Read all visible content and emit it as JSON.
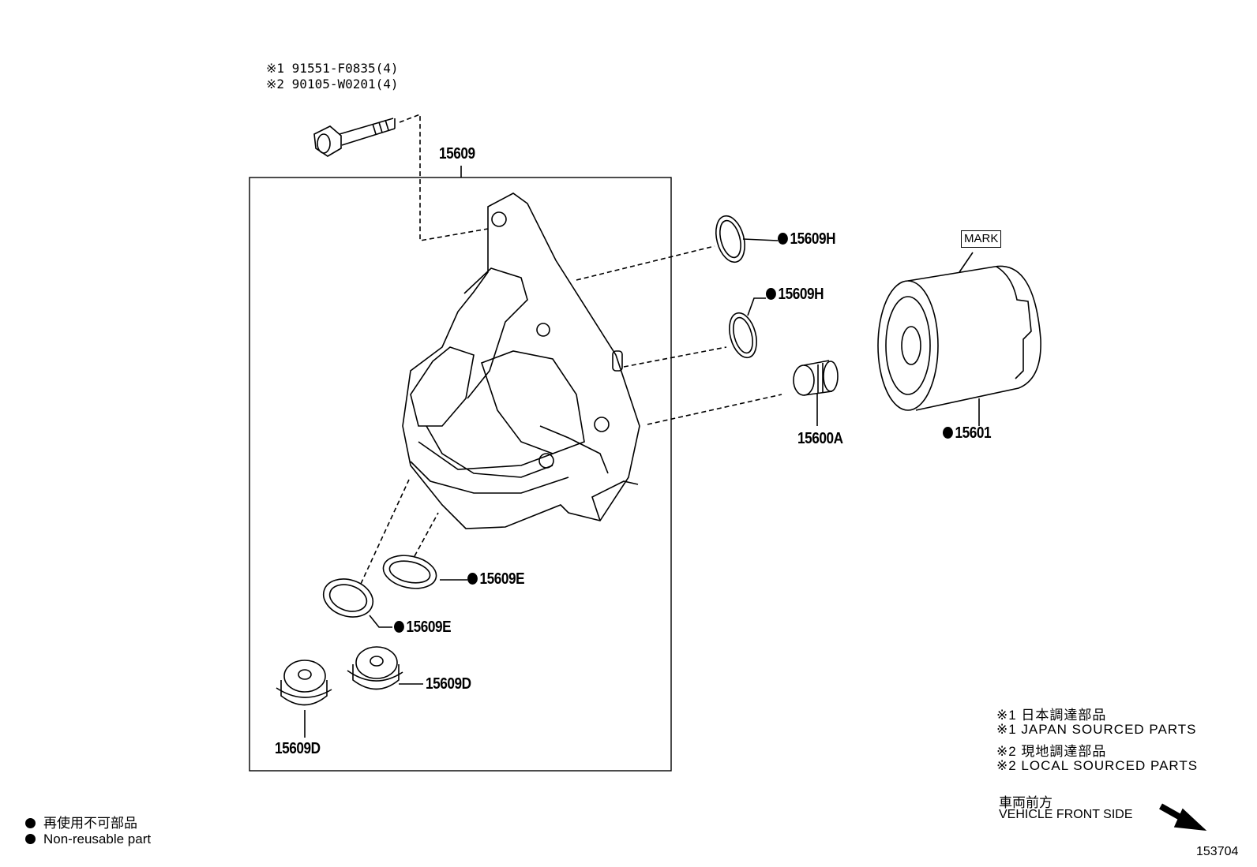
{
  "bolt_notes": [
    "※1 91551-F0835(4)",
    "※2 90105-W0201(4)"
  ],
  "parts": {
    "housing": "15609",
    "gasket_h_1": "15609H",
    "gasket_h_2": "15609H",
    "union_bolt": "15600A",
    "oil_filter": "15601",
    "gasket_e_1": "15609E",
    "gasket_e_2": "15609E",
    "plug_d_1": "15609D",
    "plug_d_2": "15609D"
  },
  "mark_label": "MARK",
  "source_legend": [
    "※1 日本調達部品",
    "※1 JAPAN SOURCED PARTS",
    "※2 現地調達部品",
    "※2 LOCAL SOURCED PARTS"
  ],
  "front_side": {
    "jp": "車両前方",
    "en": "VEHICLE FRONT SIDE"
  },
  "non_reusable": {
    "jp": "再使用不可部品",
    "en": "Non-reusable part"
  },
  "diagram_id": "153704"
}
